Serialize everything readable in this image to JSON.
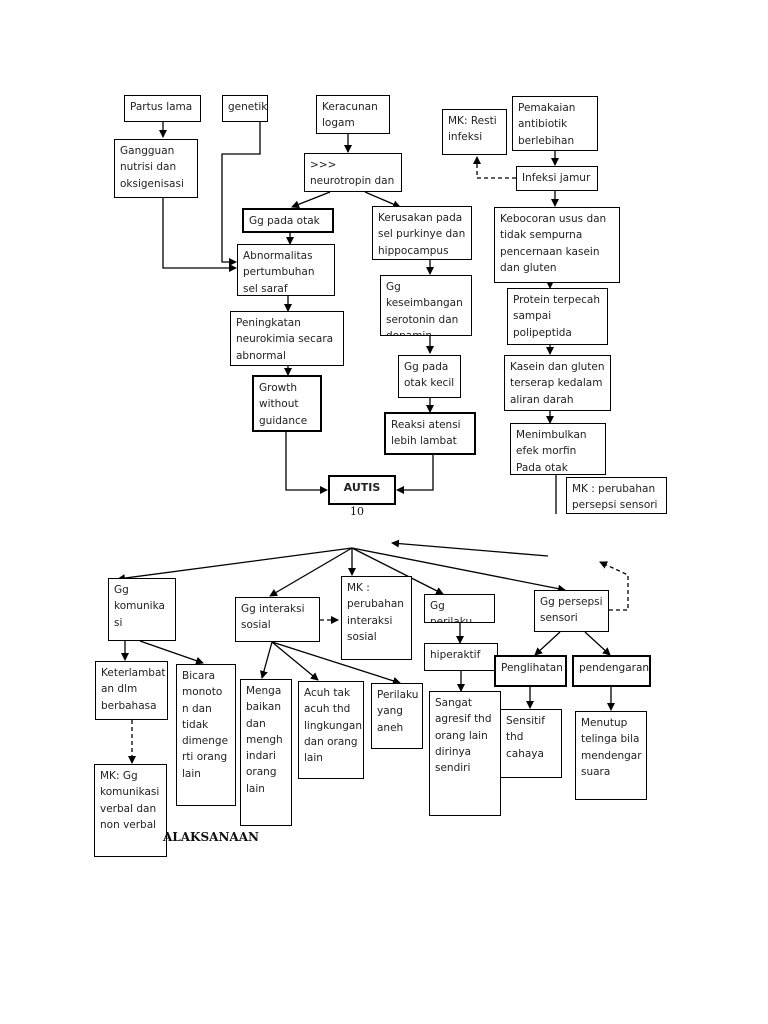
{
  "nodes": {
    "partus_lama": "Partus lama",
    "genetik": "genetik",
    "keracunan_logam": "Keracunan logam",
    "mk_resti_infeksi": "MK: Resti infeksi",
    "pemakaian_antibiotik": "Pemakaian antibiotik berlebihan",
    "gangguan_nutrisi": "Gangguan nutrisi dan oksigenisasi",
    "neurotropin": ">>> neurotropin dan neuropaptida",
    "infeksi_jamur": "Infeksi jamur",
    "gg_pada_otak": "Gg pada otak",
    "kerusakan_purkinye": "Kerusakan pada sel purkinye dan hippocampus",
    "kebocoran_usus": "Kebocoran usus dan tidak sempurna pencernaan kasein dan gluten",
    "abnormalitas": "Abnormalitas pertumbuhan sel saraf",
    "gg_keseimbangan": "Gg keseimbangan serotonin dan dopamin",
    "protein_terpecah": "Protein terpecah sampai polipeptida",
    "peningkatan_neurokimia": "Peningkatan neurokimia secara abnormal",
    "gg_otak_kecil": "Gg pada otak kecil",
    "kasein_gluten": "Kasein dan gluten terserap kedalam aliran darah",
    "growth_without_guidance": "Growth without guidance",
    "reaksi_atensi": "Reaksi atensi lebih lambat",
    "efek_morfin": "Menimbulkan efek morfin Pada otak",
    "autis": "AUTIS",
    "mk_perubahan_persepsi_top": "MK : perubahan persepsi sensori",
    "gg_komunikasi": "Gg komunika si",
    "gg_interaksi": "Gg interaksi sosial",
    "mk_perubahan_interaksi": "MK : perubahan interaksi sosial",
    "gg_perilaku": "Gg perilaku",
    "gg_persepsi": "Gg persepsi sensori",
    "hiperaktif": "hiperaktif",
    "penglihatan": "Penglihatan",
    "pendengaran": "pendengaran",
    "keterlambatan_berbahasa": "Keterlambat an dlm berbahasa",
    "bicara_monoton": "Bicara monoto n dan tidak dimenge rti orang lain",
    "mengabaikan": "Menga baikan dan mengh indari orang lain",
    "acuh_tak_acuh": "Acuh tak acuh thd lingkungan dan orang lain",
    "perilaku_aneh": "Perilaku yang aneh",
    "sangat_agresif": "Sangat agresif thd orang lain dirinya sendiri",
    "sensitif_cahaya": "Sensitif thd cahaya",
    "menutup_telinga": "Menutup telinga bila mendengar suara",
    "mk_gg_komunikasi": "MK: Gg komunikasi verbal dan non verbal"
  },
  "page_number": "10",
  "footer_text": "ALAKSANAAN",
  "colors": {
    "line": "#000000",
    "box_border": "#000000",
    "text": "#222222"
  }
}
